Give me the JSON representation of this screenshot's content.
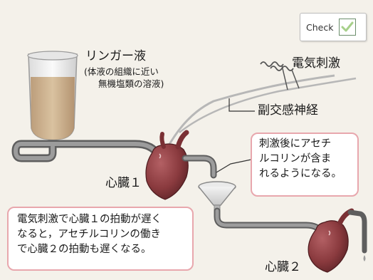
{
  "check_button": {
    "label": "Check"
  },
  "labels": {
    "ringer": "リンガー液",
    "ringer_note_1": "(体液の組織に近い",
    "ringer_note_2": "無機塩類の溶液)",
    "stimulation": "電気刺激",
    "nerve": "副交感神経",
    "heart1": "心臓１",
    "heart2": "心臓２"
  },
  "callout_right": {
    "lines": [
      "刺激後にアセチ",
      "ルコリンが含ま",
      "れるようになる。"
    ]
  },
  "callout_bottom": {
    "lines": [
      "電気刺激で心臓１の拍動が遅く",
      "なると，アセチルコリンの働き",
      "で心臓２の拍動も遅くなる。"
    ]
  },
  "colors": {
    "heart": "#8a3a3e",
    "tube": "#6e6e6e",
    "callout_border": "#e8a7ad",
    "liquid": "#c7a983",
    "check_mark": "#a7d08a"
  },
  "icons": [
    "check-mark-icon",
    "electrode-coil-icon",
    "heart-icon",
    "funnel-icon",
    "container-icon"
  ]
}
